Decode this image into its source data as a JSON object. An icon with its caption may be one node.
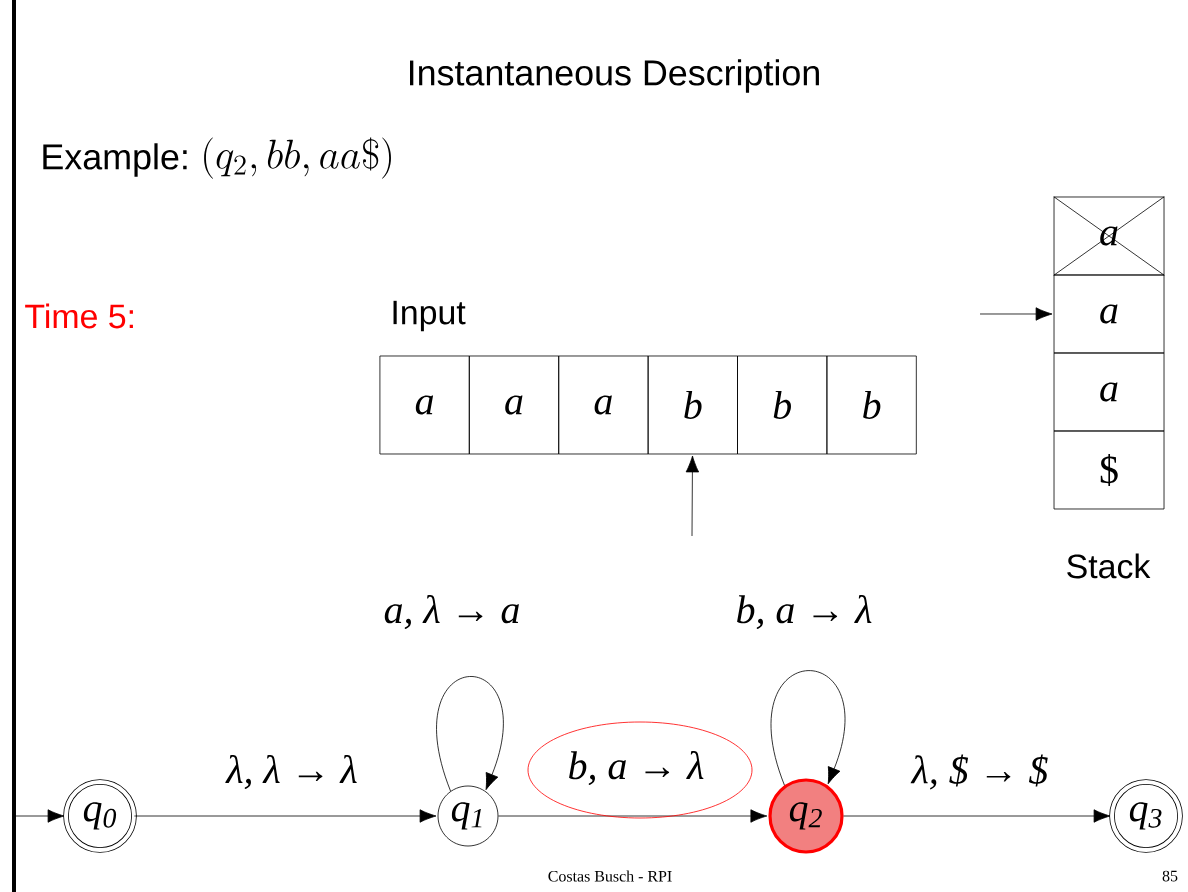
{
  "diagram": {
    "title": "Instantaneous Description",
    "nodes": [
      {
        "text": [
          "q$_{0}$"
        ]
      },
      {
        "text": [
          "q$_{1}$"
        ]
      },
      {
        "text": [
          "q$_{2}$"
        ]
      },
      {
        "text": [
          "q$_{3}$"
        ]
      },
      {
        "text": [
          "a"
        ]
      },
      {
        "text": [
          "a"
        ]
      },
      {
        "text": [
          "a"
        ]
      },
      {
        "text": [
          "b"
        ]
      },
      {
        "text": [
          "b"
        ]
      },
      {
        "text": [
          "b"
        ]
      },
      {
        "text": [
          "a"
        ]
      },
      {
        "text": [
          "a"
        ]
      },
      {
        "text": [
          "a"
        ]
      },
      {
        "text": [
          "$"
        ]
      }
    ],
    "edges": [
      {
        "from": null,
        "to": 0,
        "arrow": "to"
      },
      {
        "from": 0,
        "to": 1,
        "arrow": "to",
        "label": "λ, λ → λ"
      },
      {
        "from": 1,
        "to": 1,
        "arrow": "to",
        "label": "a, λ → a"
      },
      {
        "from": 1,
        "to": 2,
        "arrow": "to",
        "label": "b, a → λ"
      },
      {
        "from": 2,
        "to": 2,
        "arrow": "to",
        "label": "b, a → λ"
      },
      {
        "from": 2,
        "to": 3,
        "arrow": "to",
        "label": "λ, $ → $"
      },
      {
        "from": null,
        "to": 7,
        "arrow": "to"
      },
      {
        "from": null,
        "to": 11,
        "arrow": "to"
      }
    ],
    "labels": [
      "Example:",
      "(q_2,bb,aa\\$)",
      "Time 5:",
      "Input",
      "Stack",
      "Costas Busch - RPI",
      "85"
    ]
  }
}
